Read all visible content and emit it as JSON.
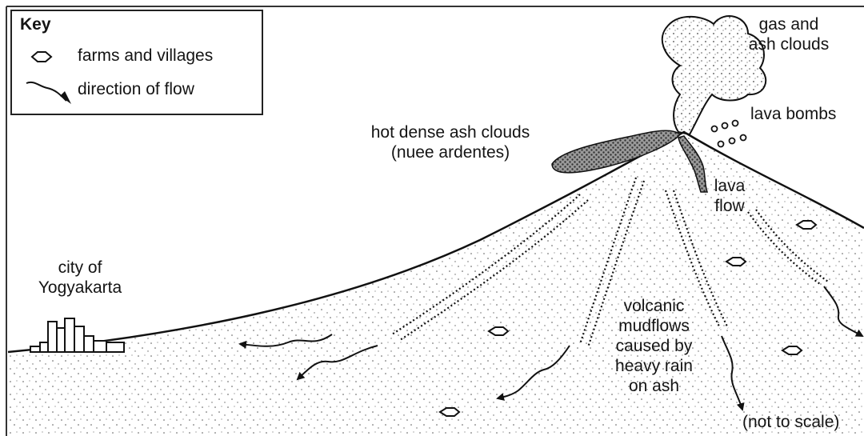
{
  "key": {
    "title": "Key",
    "items": [
      {
        "symbol": "hut",
        "label": "farms and villages"
      },
      {
        "symbol": "arrow",
        "label": "direction of flow"
      }
    ]
  },
  "labels": {
    "gas_ash_line1": "gas and",
    "gas_ash_line2": "ash clouds",
    "lava_bombs": "lava bombs",
    "hot_dense_line1": "hot dense ash clouds",
    "hot_dense_line2": "(nuee ardentes)",
    "lava_flow_line1": "lava",
    "lava_flow_line2": "flow",
    "city_line1": "city of",
    "city_line2": "Yogyakarta",
    "mudflows_line1": "volcanic",
    "mudflows_line2": "mudflows",
    "mudflows_line3": "caused by",
    "mudflows_line4": "heavy rain",
    "mudflows_line5": "on ash",
    "scale_note": "(not to scale)"
  }
}
